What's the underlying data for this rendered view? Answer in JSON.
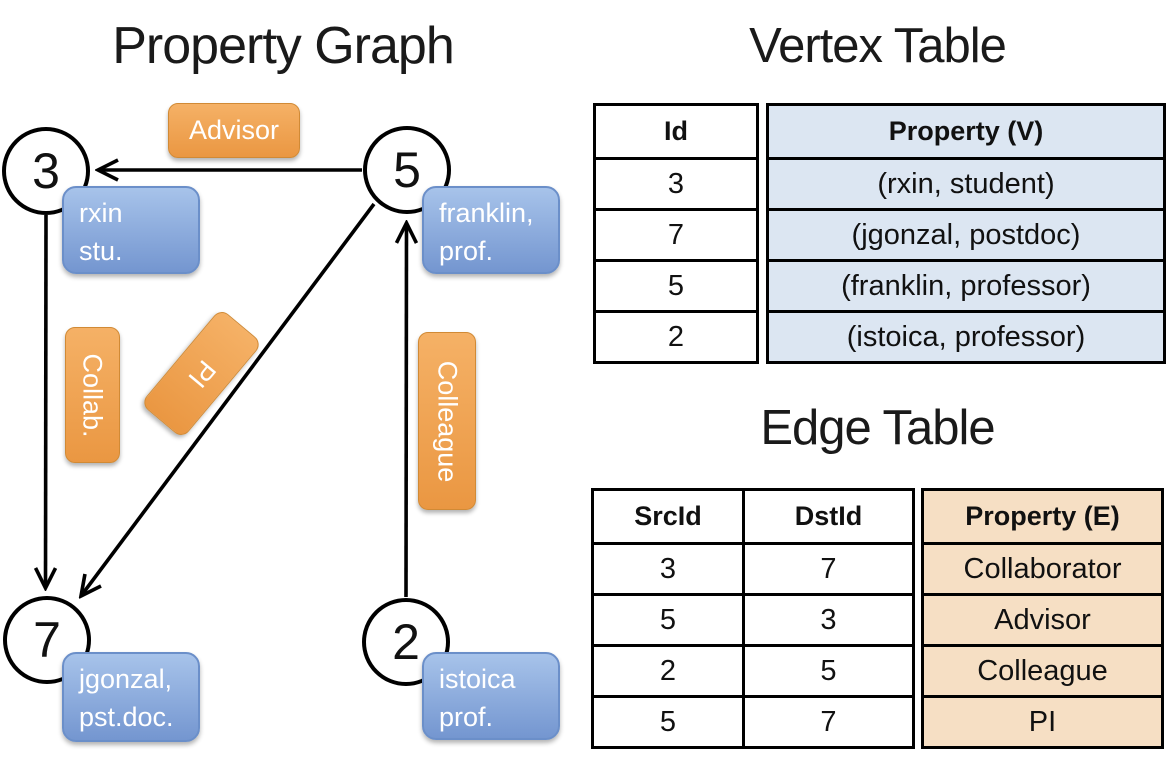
{
  "titles": {
    "property_graph": "Property Graph",
    "vertex_table": "Vertex Table",
    "edge_table": "Edge Table"
  },
  "graph": {
    "nodes": [
      {
        "id": "3",
        "prop_line1": "rxin",
        "prop_line2": "stu."
      },
      {
        "id": "5",
        "prop_line1": "franklin,",
        "prop_line2": "prof."
      },
      {
        "id": "7",
        "prop_line1": "jgonzal,",
        "prop_line2": "pst.doc."
      },
      {
        "id": "2",
        "prop_line1": "istoica",
        "prop_line2": "prof."
      }
    ],
    "edge_labels": {
      "advisor": "Advisor",
      "collab": "Collab.",
      "pi": "PI",
      "colleague": "Colleague"
    }
  },
  "vertex_table": {
    "headers": {
      "id": "Id",
      "property": "Property (V)"
    },
    "rows": [
      {
        "id": "3",
        "property": "(rxin, student)"
      },
      {
        "id": "7",
        "property": "(jgonzal, postdoc)"
      },
      {
        "id": "5",
        "property": "(franklin, professor)"
      },
      {
        "id": "2",
        "property": "(istoica, professor)"
      }
    ]
  },
  "edge_table": {
    "headers": {
      "src": "SrcId",
      "dst": "DstId",
      "property": "Property (E)"
    },
    "rows": [
      {
        "src": "3",
        "dst": "7",
        "property": "Collaborator"
      },
      {
        "src": "5",
        "dst": "3",
        "property": "Advisor"
      },
      {
        "src": "2",
        "dst": "5",
        "property": "Colleague"
      },
      {
        "src": "5",
        "dst": "7",
        "property": "PI"
      }
    ]
  },
  "colors": {
    "edge_label_fill_top": "#f5b166",
    "edge_label_fill_bottom": "#ea9742",
    "edge_label_border": "#d18a35",
    "vertex_label_fill_top": "#a7c3ea",
    "vertex_label_fill_bottom": "#7496d0",
    "vertex_label_border": "#6b8fc9",
    "vertex_table_property_bg": "#dce6f2",
    "edge_table_property_bg": "#f6dfc4",
    "line": "#000000"
  }
}
